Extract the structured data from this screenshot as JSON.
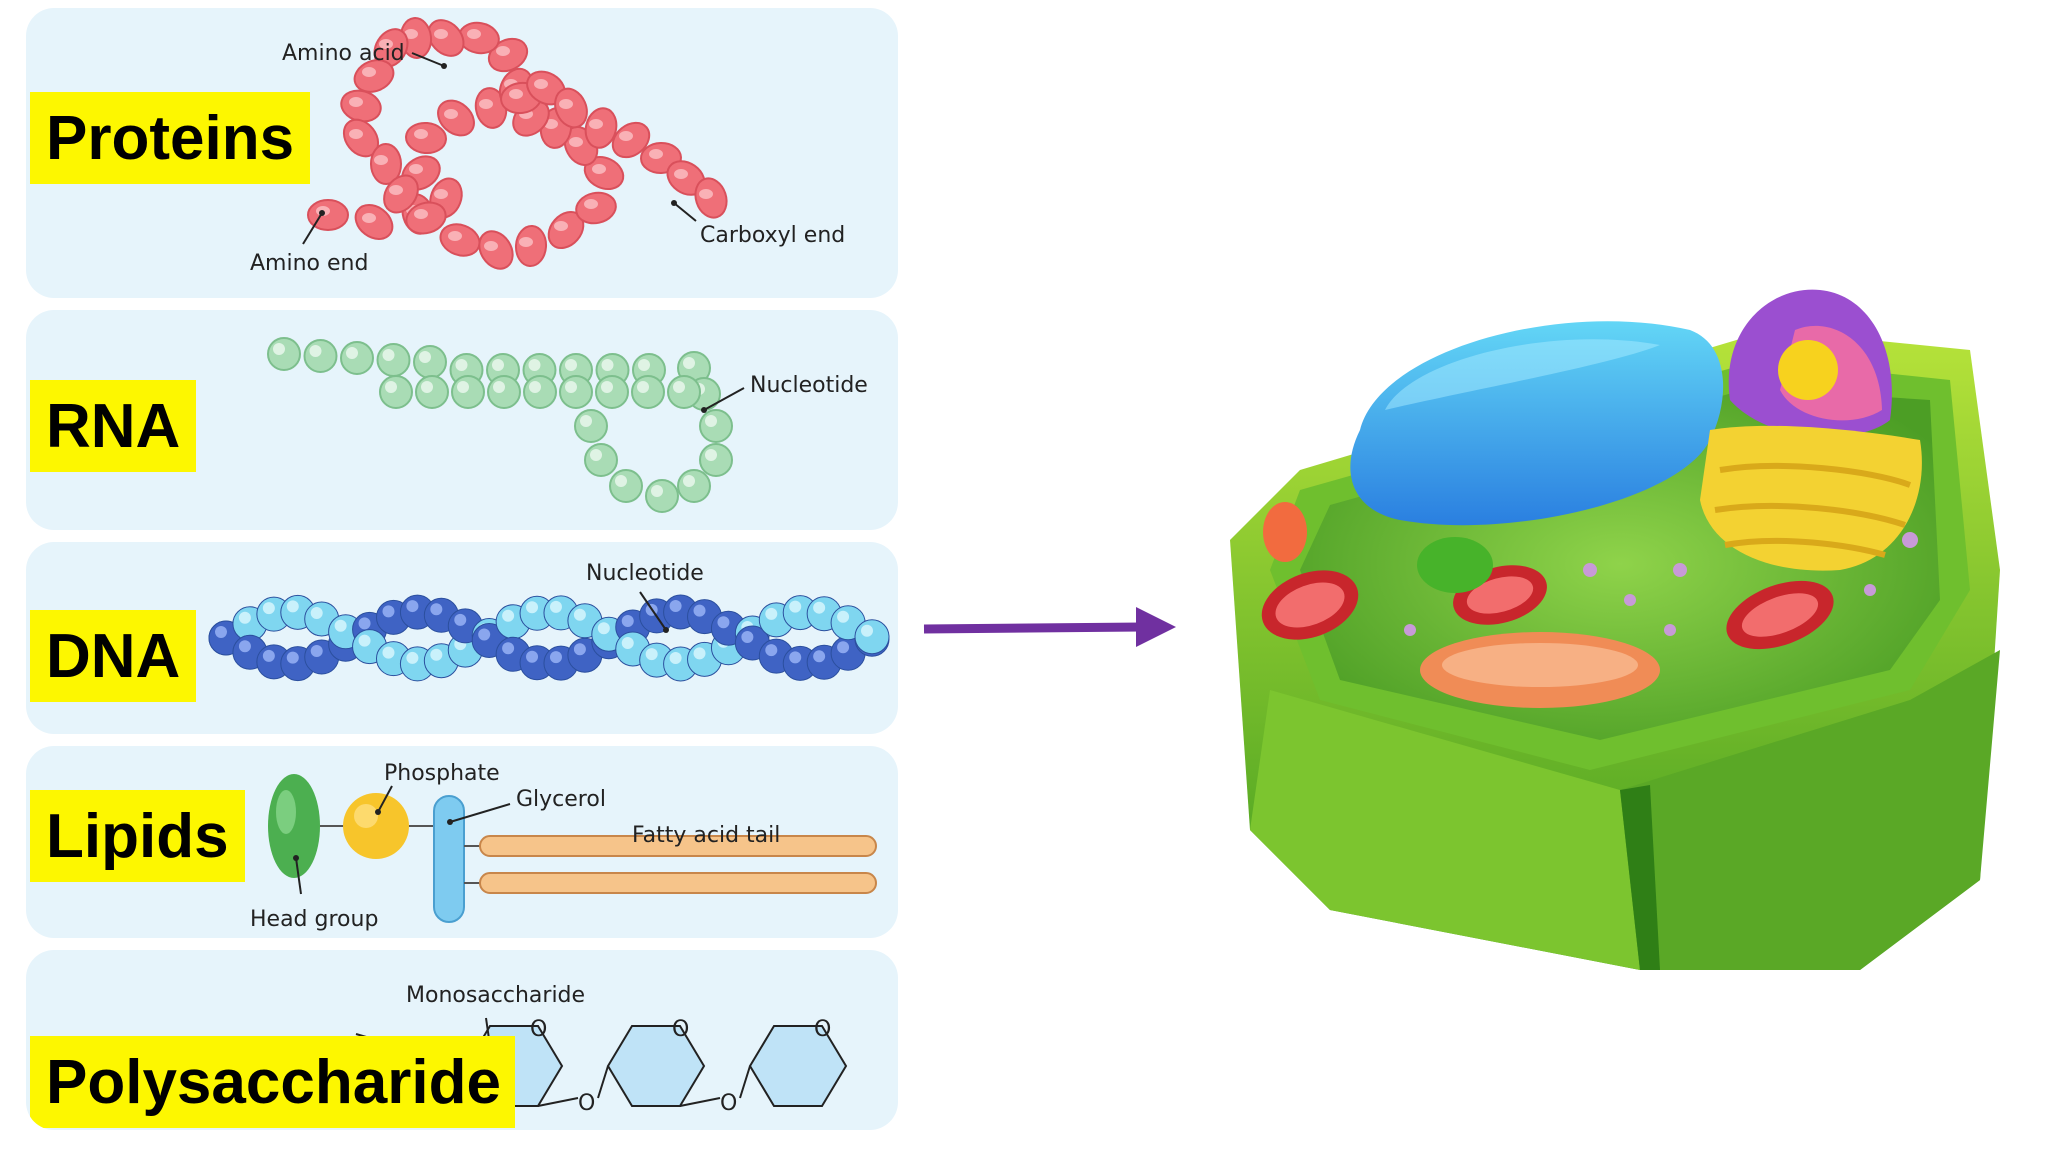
{
  "panels": [
    {
      "key": "proteins",
      "title": "Proteins",
      "labels": {
        "amino_acid": "Amino acid",
        "amino_end": "Amino end",
        "carboxyl_end": "Carboxyl end"
      }
    },
    {
      "key": "rna",
      "title": "RNA",
      "labels": {
        "nucleotide": "Nucleotide"
      }
    },
    {
      "key": "dna",
      "title": "DNA",
      "labels": {
        "nucleotide": "Nucleotide"
      }
    },
    {
      "key": "lipids",
      "title": "Lipids",
      "labels": {
        "phosphate": "Phosphate",
        "glycerol": "Glycerol",
        "fatty_acid_tail": "Fatty acid tail",
        "head_group": "Head group"
      }
    },
    {
      "key": "polysaccharide",
      "title": "Polysaccharide",
      "labels": {
        "monosaccharide": "Monosaccharide",
        "o": "O"
      }
    }
  ],
  "colors": {
    "highlight": "#fdf700",
    "panel_bg": "#e6f4fb",
    "arrow": "#7030a0",
    "protein": "#ef6f78",
    "rna": "#a9dcb5",
    "dna_dark": "#3f63c4",
    "dna_light": "#7fd6f0",
    "lipid_head": "#4caf50",
    "lipid_phosphate": "#f7c52b",
    "lipid_glycerol": "#7ecbf0",
    "lipid_tail": "#f6c48a"
  },
  "icons": {
    "arrow": "right-arrow-icon",
    "cell": "plant-cell-illustration"
  }
}
